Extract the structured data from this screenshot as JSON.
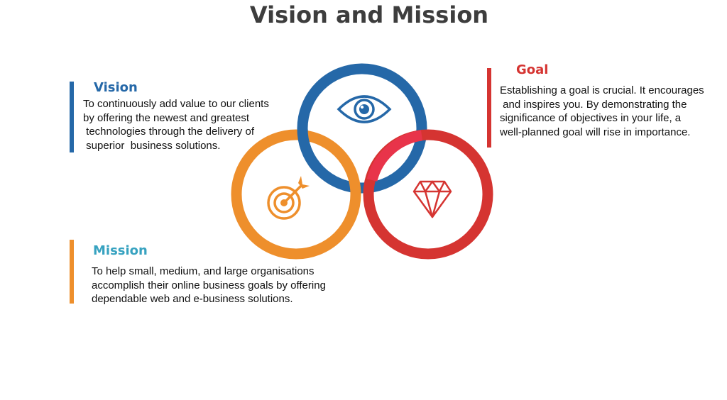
{
  "title": "Vision and Mission",
  "colors": {
    "vision": "#2568a8",
    "mission": "#ee8f2c",
    "mission_heading": "#37a2c0",
    "goal": "#d53431",
    "overlap": "#e8344a"
  },
  "sections": {
    "vision": {
      "heading": "Vision",
      "icon": "eye-icon",
      "lines": [
        "To continuously add value to our clients",
        "by offering the newest and greatest",
        " technologies through the delivery of",
        " superior  business solutions."
      ]
    },
    "goal": {
      "heading": "Goal",
      "icon": "diamond-icon",
      "lines": [
        "Establishing a goal is crucial. It encourages",
        " and inspires you. By demonstrating the",
        "significance of objectives in your life, a",
        "well-planned goal will rise in importance."
      ]
    },
    "mission": {
      "heading": "Mission",
      "icon": "target-icon",
      "lines": [
        "To help small, medium, and large organisations",
        "accomplish their online business goals by offering",
        "dependable web and e-business solutions."
      ]
    }
  }
}
